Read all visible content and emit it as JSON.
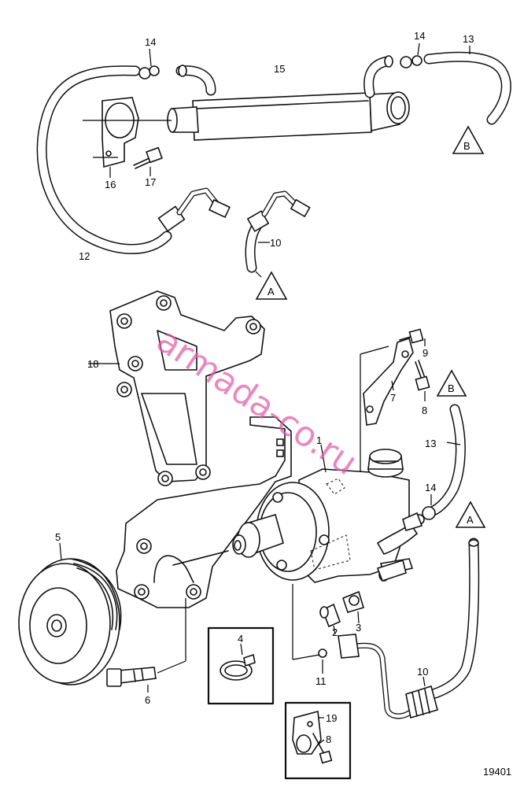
{
  "diagram": {
    "watermark": "armada-co.ru",
    "drawing_number": "19401",
    "callouts": {
      "c1": "1",
      "c2": "2",
      "c3": "3",
      "c4": "4",
      "c5": "5",
      "c6": "6",
      "c7": "7",
      "c8a": "8",
      "c8b": "8",
      "c9": "9",
      "c10a": "10",
      "c10b": "10",
      "c11": "11",
      "c12": "12",
      "c13a": "13",
      "c13b": "13",
      "c14a": "14",
      "c14b": "14",
      "c14c": "14",
      "c15": "15",
      "c16": "16",
      "c17": "17",
      "c18": "18",
      "c19": "19"
    },
    "refs": {
      "a_top": "A",
      "a_bottom": "A",
      "b_top": "B",
      "b_bottom": "B"
    }
  }
}
